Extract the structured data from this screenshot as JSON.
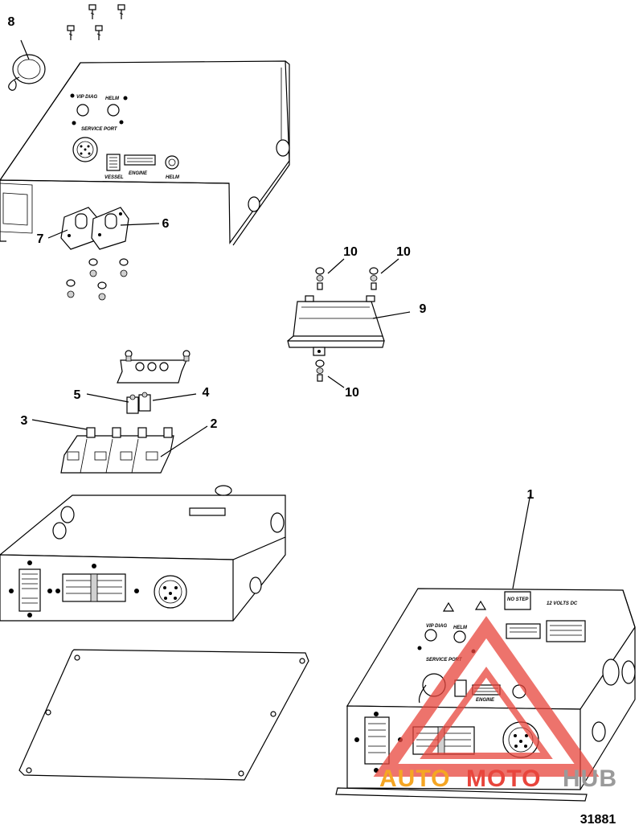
{
  "diagram": {
    "figure_number": "31881",
    "callouts": [
      "1",
      "2",
      "3",
      "4",
      "5",
      "6",
      "7",
      "8",
      "9",
      "10",
      "10",
      "10"
    ],
    "panel_labels": {
      "vip_diag": "VIP DIAG",
      "helm": "HELM",
      "service_port": "SERVICE PORT",
      "vessel": "VESSEL",
      "engine": "ENGINE",
      "helm_connector": "HELM",
      "no_step": "NO STEP",
      "voltage_label": "12 VOLTS DC"
    },
    "watermark": {
      "text_a": "AUTO",
      "text_b": "MOTO",
      "text_c": "HUB",
      "color_a": "#f5a623",
      "color_b": "#e8453c",
      "color_c": "#9a9a9a",
      "logo_color": "#e8453c"
    }
  }
}
